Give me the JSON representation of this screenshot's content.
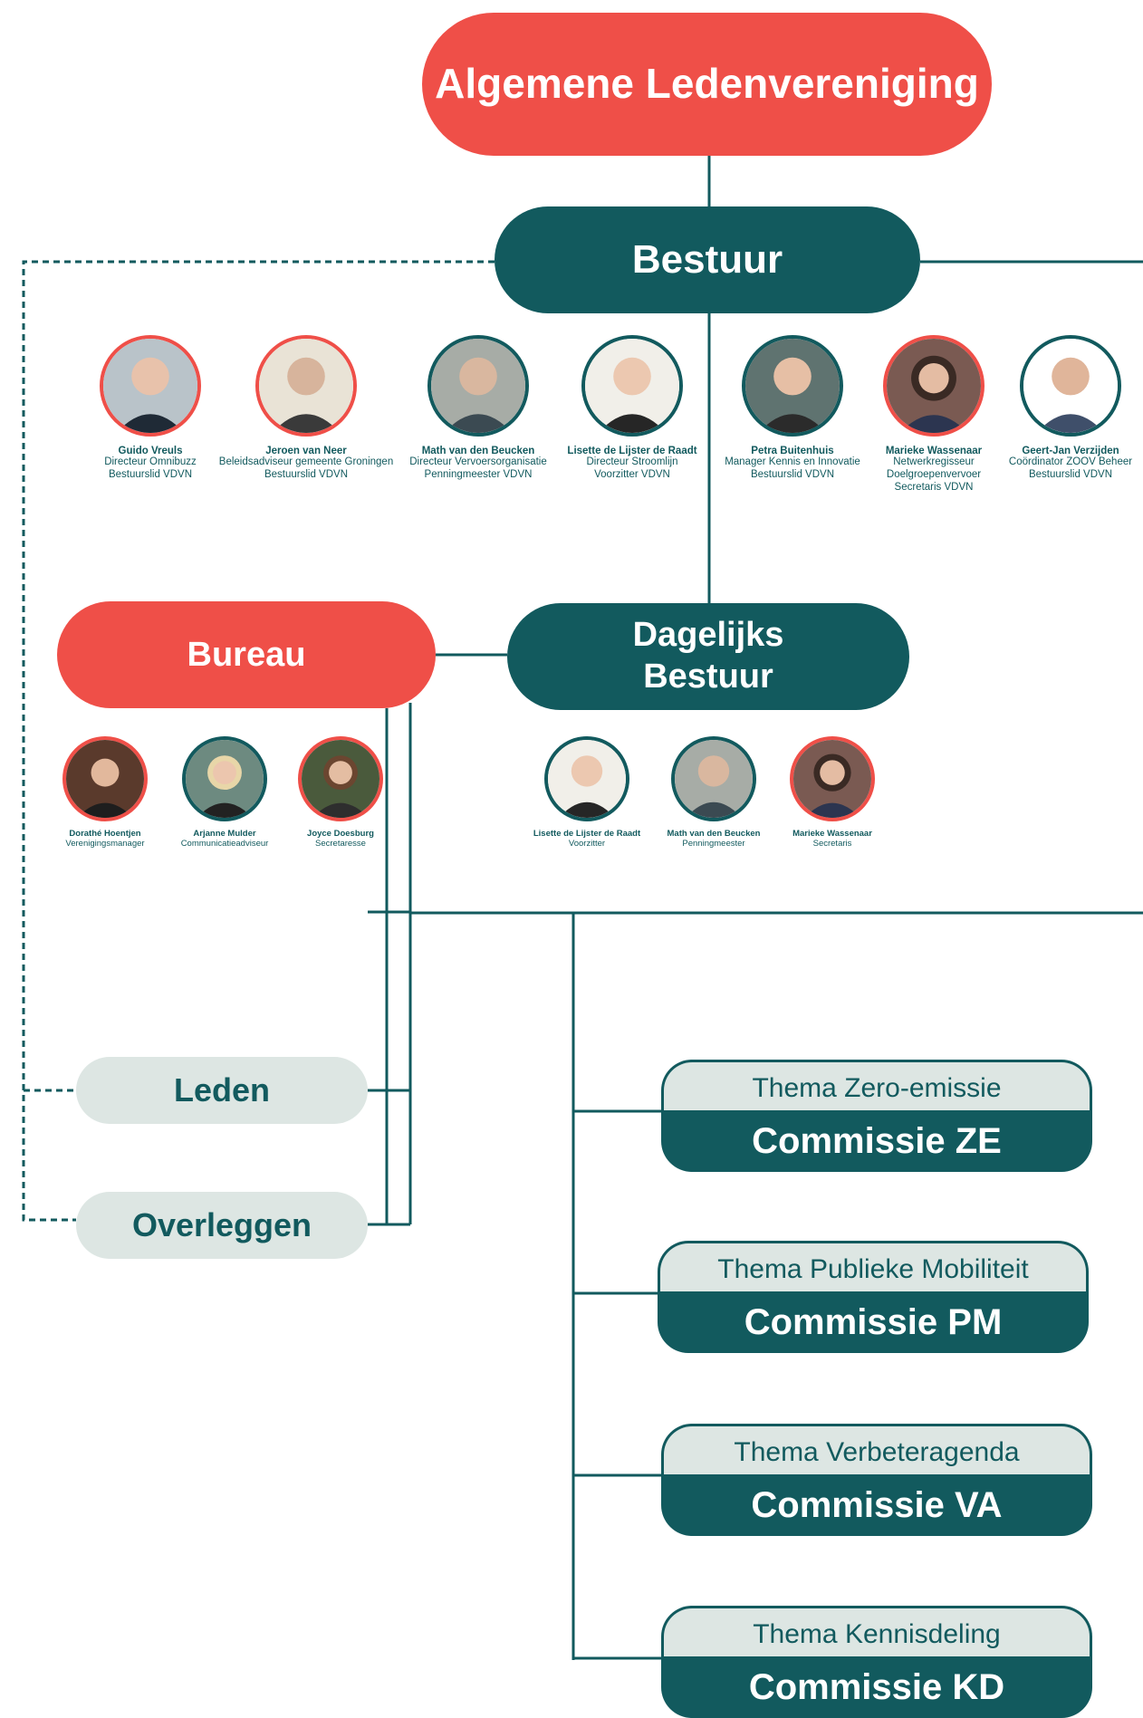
{
  "nodes": {
    "top": "Algemene Ledenvereniging",
    "bestuur": "Bestuur",
    "dagelijks": "Dagelijks Bestuur",
    "bureau": "Bureau",
    "leden": "Leden",
    "overleggen": "Overleggen"
  },
  "bestuur_members": [
    {
      "name": "Guido Vreuls",
      "role1": "Directeur Omnibuzz",
      "role2": "Bestuurslid VDVN",
      "role3": ""
    },
    {
      "name": "Jeroen van Neer",
      "role1": "Beleidsadviseur gemeente Groningen",
      "role2": "Bestuurslid VDVN",
      "role3": ""
    },
    {
      "name": "Math van den Beucken",
      "role1": "Directeur Vervoersorganisatie",
      "role2": "Penningmeester VDVN",
      "role3": ""
    },
    {
      "name": "Lisette de Lijster de Raadt",
      "role1": "Directeur Stroomlijn",
      "role2": "Voorzitter VDVN",
      "role3": ""
    },
    {
      "name": "Petra Buitenhuis",
      "role1": "Manager Kennis en Innovatie",
      "role2": "Bestuurslid VDVN",
      "role3": ""
    },
    {
      "name": "Marieke Wassenaar",
      "role1": "Netwerkregisseur",
      "role2": "Doelgroepenvervoer",
      "role3": "Secretaris VDVN"
    },
    {
      "name": "Geert-Jan Verzijden",
      "role1": "Coördinator ZOOV Beheer",
      "role2": "Bestuurslid VDVN",
      "role3": ""
    }
  ],
  "bureau_members": [
    {
      "name": "Dorathé Hoentjen",
      "role": "Verenigingsmanager"
    },
    {
      "name": "Arjanne Mulder",
      "role": "Communicatieadviseur"
    },
    {
      "name": "Joyce Doesburg",
      "role": "Secretaresse"
    }
  ],
  "db_members": [
    {
      "name": "Lisette de Lijster de Raadt",
      "role": "Voorzitter"
    },
    {
      "name": "Math van den Beucken",
      "role": "Penningmeester"
    },
    {
      "name": "Marieke Wassenaar",
      "role": "Secretaris"
    }
  ],
  "commissies": [
    {
      "theme": "Thema Zero-emissie",
      "name": "Commissie ZE"
    },
    {
      "theme": "Thema Publieke Mobiliteit",
      "name": "Commissie PM"
    },
    {
      "theme": "Thema Verbeteragenda",
      "name": "Commissie VA"
    },
    {
      "theme": "Thema Kennisdeling",
      "name": "Commissie KD"
    }
  ],
  "colors": {
    "red": "#ef4f48",
    "teal": "#125a5e",
    "light": "#dde6e3"
  }
}
